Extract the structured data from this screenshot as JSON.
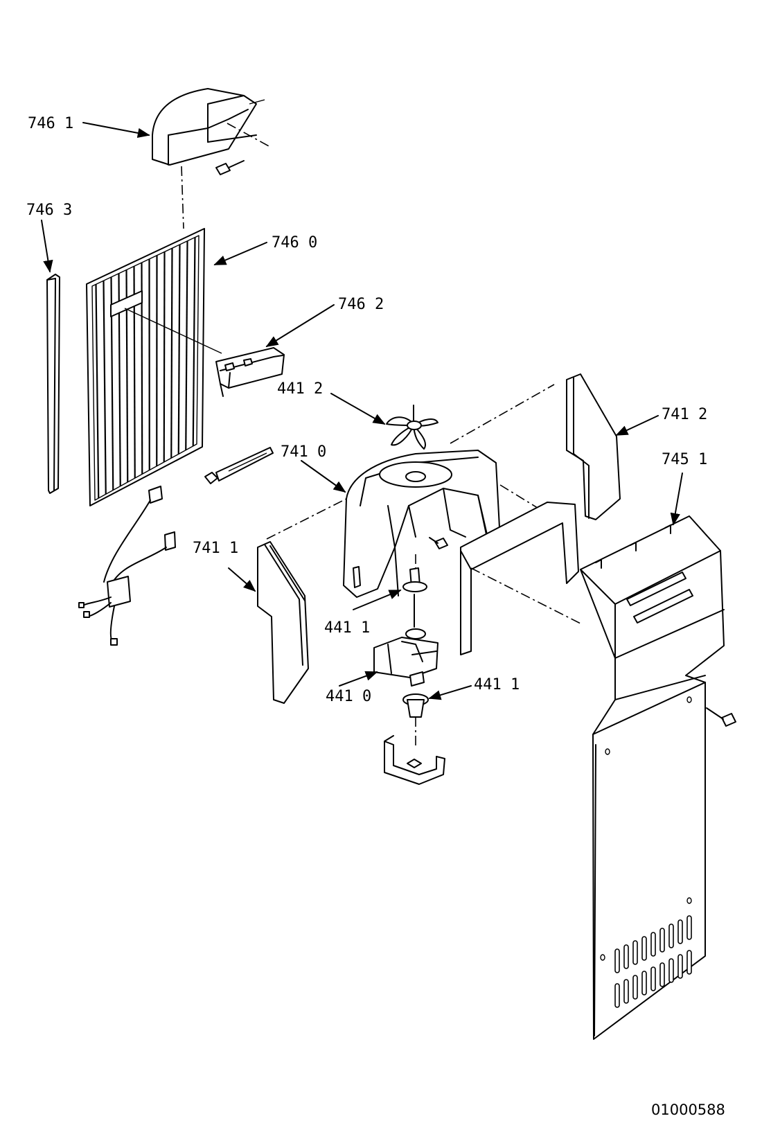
{
  "callouts": {
    "c7461": "746 1",
    "c7463": "746 3",
    "c7460": "746 0",
    "c7462": "746 2",
    "c4412": "441 2",
    "c7412": "741 2",
    "c7410": "741 0",
    "c7451": "745 1",
    "c7411": "741 1",
    "c4411a": "441 1",
    "c4410": "441 0",
    "c4411b": "441 1"
  },
  "document_number": "01000588"
}
